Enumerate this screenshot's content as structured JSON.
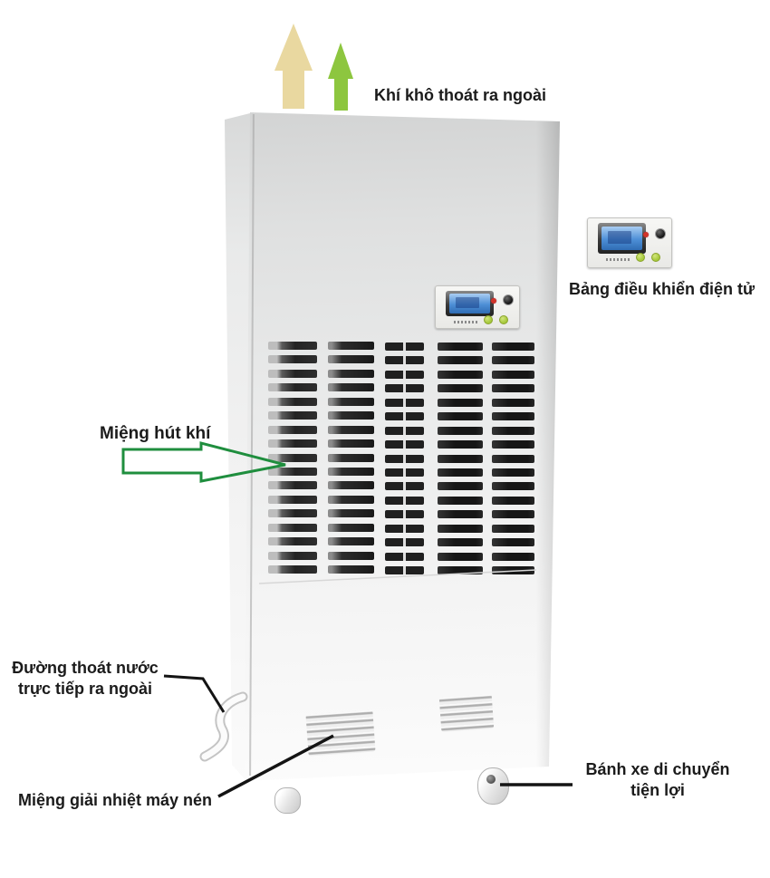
{
  "annotations": {
    "dry_air": {
      "text": "Khí khô thoát ra ngoài"
    },
    "control_panel": {
      "text": "Bảng điều khiển điện tử"
    },
    "air_intake": {
      "text": "Miệng hút khí"
    },
    "water_drain": {
      "line1": "Đường thoát nước",
      "line2": "trực tiếp ra ngoài"
    },
    "compressor_vent": {
      "text": "Miệng giải nhiệt máy nén"
    },
    "wheels": {
      "line1": "Bánh xe di chuyển",
      "line2": "tiện lợi"
    }
  },
  "machine": {
    "grille_columns": 5,
    "grille_rows": 17
  },
  "icons": {
    "up_arrow_tan": "up-arrow",
    "up_arrow_green": "up-arrow",
    "air_intake_arrow": "right-arrow-outline"
  },
  "colors": {
    "background": "#ffffff",
    "label_text": "#1b1b1b",
    "arrow_tan": "#e9d8a0",
    "arrow_green": "#8dc63f",
    "arrow_outline": "#1f8e3e",
    "leader_line": "#141414",
    "cabinet_gray": "#e4e5e5",
    "lcd_blue": "#4d8fd6",
    "lcd_bezel": "#3a3a3a",
    "button_green": "#a6c93b",
    "indicator_red": "#d0342a",
    "grille_slat": "#1d1d1d"
  }
}
